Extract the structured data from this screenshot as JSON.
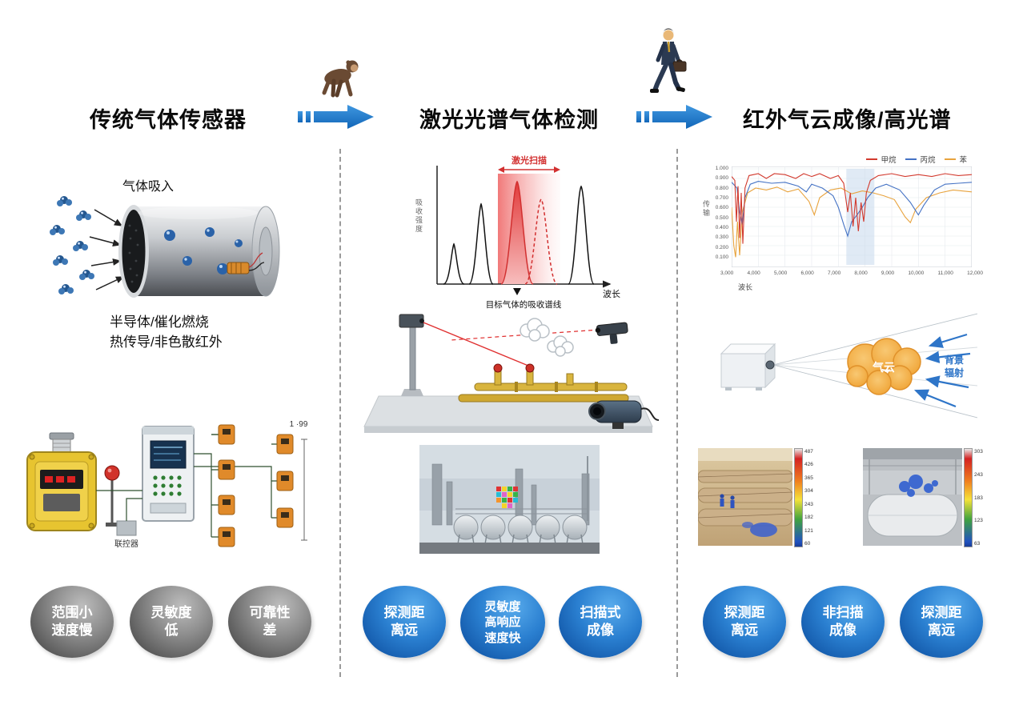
{
  "header": {
    "col1_title": "传统气体传感器",
    "col2_title": "激光光谱气体检测",
    "col3_title": "红外气云成像/高光谱"
  },
  "col1": {
    "gas_in_label": "气体吸入",
    "tech_line1": "半导体/催化燃烧",
    "tech_line2": "热传导/非色散红外",
    "controller_label": "联控器",
    "network_range_label": "1 ·99",
    "badges": [
      {
        "lines": [
          "范围小",
          "速度慢"
        ]
      },
      {
        "lines": [
          "灵敏度",
          "低"
        ]
      },
      {
        "lines": [
          "可靠性",
          "差"
        ]
      }
    ]
  },
  "col2": {
    "spectrum": {
      "scan_label": "激光扫描",
      "y_axis_label": "吸收强度",
      "x_axis_label": "波长",
      "target_label": "目标气体的吸收谱线"
    },
    "badges": [
      {
        "lines": [
          "探测距",
          "离远"
        ]
      },
      {
        "lines": [
          "灵敏度",
          "高响应",
          "速度快"
        ]
      },
      {
        "lines": [
          "扫描式",
          "成像"
        ]
      }
    ]
  },
  "col3": {
    "cloud": {
      "cloud_label": "气云",
      "radiation_lines": [
        "背景",
        "辐射"
      ]
    },
    "thermal_left_scale": [
      "487",
      "426",
      "365",
      "304",
      "243",
      "182",
      "121",
      "60"
    ],
    "thermal_right_scale": [
      "303",
      "243",
      "183",
      "123",
      "63"
    ],
    "badges": [
      {
        "lines": [
          "探测距",
          "离远"
        ]
      },
      {
        "lines": [
          "非扫描",
          "成像"
        ]
      },
      {
        "lines": [
          "探测距",
          "离远"
        ]
      }
    ]
  },
  "colors": {
    "accent_blue": "#1b7ed7",
    "badge_blue": "#1565c0",
    "badge_gray": "#6e6e6e",
    "laser_red": "#d23030",
    "sensor_orange": "#e08a2a",
    "cloud_orange": "#f2a93c"
  },
  "chart_data": [
    {
      "type": "line",
      "title": "",
      "xlabel": "波长",
      "ylabel": "传输",
      "xlim": [
        3000,
        12000
      ],
      "ylim": [
        0,
        1
      ],
      "grid": true,
      "legend_position": "top",
      "x_ticks": [
        "3,000",
        "4,000",
        "5,000",
        "6,000",
        "7,000",
        "8,000",
        "9,000",
        "10,000",
        "11,000",
        "12,000"
      ],
      "y_ticks": [
        "1.000",
        "0.900",
        "0.800",
        "0.700",
        "0.600",
        "0.500",
        "0.400",
        "0.300",
        "0.200",
        "0.100"
      ],
      "band": [
        7300,
        8350
      ],
      "series": [
        {
          "name": "甲烷",
          "color": "#d23a2e",
          "points": [
            [
              3000,
              0.92
            ],
            [
              3120,
              0.88
            ],
            [
              3180,
              0.45
            ],
            [
              3240,
              0.82
            ],
            [
              3300,
              0.28
            ],
            [
              3360,
              0.75
            ],
            [
              3420,
              0.22
            ],
            [
              3500,
              0.8
            ],
            [
              3650,
              0.93
            ],
            [
              4000,
              0.95
            ],
            [
              4300,
              0.9
            ],
            [
              4600,
              0.95
            ],
            [
              5000,
              0.94
            ],
            [
              5400,
              0.9
            ],
            [
              5700,
              0.95
            ],
            [
              6000,
              0.92
            ],
            [
              6300,
              0.95
            ],
            [
              6700,
              0.9
            ],
            [
              7000,
              0.93
            ],
            [
              7200,
              0.85
            ],
            [
              7350,
              0.55
            ],
            [
              7450,
              0.75
            ],
            [
              7550,
              0.4
            ],
            [
              7650,
              0.7
            ],
            [
              7750,
              0.35
            ],
            [
              7850,
              0.65
            ],
            [
              7950,
              0.45
            ],
            [
              8050,
              0.75
            ],
            [
              8200,
              0.88
            ],
            [
              8500,
              0.93
            ],
            [
              9000,
              0.95
            ],
            [
              9500,
              0.92
            ],
            [
              10000,
              0.94
            ],
            [
              10500,
              0.92
            ],
            [
              11000,
              0.95
            ],
            [
              11500,
              0.93
            ],
            [
              12000,
              0.94
            ]
          ]
        },
        {
          "name": "丙烷",
          "color": "#4472c4",
          "points": [
            [
              3000,
              0.86
            ],
            [
              3200,
              0.8
            ],
            [
              3300,
              0.55
            ],
            [
              3400,
              0.42
            ],
            [
              3500,
              0.7
            ],
            [
              3700,
              0.84
            ],
            [
              4000,
              0.87
            ],
            [
              4500,
              0.85
            ],
            [
              5000,
              0.86
            ],
            [
              5500,
              0.82
            ],
            [
              5800,
              0.76
            ],
            [
              6000,
              0.84
            ],
            [
              6400,
              0.8
            ],
            [
              6800,
              0.72
            ],
            [
              7000,
              0.6
            ],
            [
              7200,
              0.42
            ],
            [
              7350,
              0.3
            ],
            [
              7500,
              0.45
            ],
            [
              7700,
              0.52
            ],
            [
              7900,
              0.6
            ],
            [
              8100,
              0.7
            ],
            [
              8400,
              0.8
            ],
            [
              8800,
              0.84
            ],
            [
              9300,
              0.78
            ],
            [
              9700,
              0.65
            ],
            [
              10000,
              0.52
            ],
            [
              10200,
              0.62
            ],
            [
              10600,
              0.78
            ],
            [
              11000,
              0.84
            ],
            [
              11500,
              0.85
            ],
            [
              12000,
              0.86
            ]
          ]
        },
        {
          "name": "苯",
          "color": "#e8a33d",
          "points": [
            [
              3000,
              0.6
            ],
            [
              3080,
              0.2
            ],
            [
              3150,
              0.08
            ],
            [
              3220,
              0.45
            ],
            [
              3300,
              0.1
            ],
            [
              3400,
              0.55
            ],
            [
              3600,
              0.75
            ],
            [
              3900,
              0.8
            ],
            [
              4300,
              0.78
            ],
            [
              4700,
              0.81
            ],
            [
              5100,
              0.76
            ],
            [
              5500,
              0.79
            ],
            [
              5900,
              0.66
            ],
            [
              6100,
              0.52
            ],
            [
              6300,
              0.7
            ],
            [
              6700,
              0.78
            ],
            [
              7100,
              0.8
            ],
            [
              7500,
              0.74
            ],
            [
              7900,
              0.77
            ],
            [
              8300,
              0.75
            ],
            [
              8700,
              0.72
            ],
            [
              9100,
              0.68
            ],
            [
              9500,
              0.5
            ],
            [
              9700,
              0.44
            ],
            [
              9900,
              0.58
            ],
            [
              10300,
              0.7
            ],
            [
              10800,
              0.75
            ],
            [
              11300,
              0.78
            ],
            [
              12000,
              0.76
            ]
          ]
        }
      ]
    },
    {
      "type": "line",
      "title": "激光扫描",
      "xlabel": "波长",
      "ylabel": "吸收强度",
      "annotation": "目标气体的吸收谱线"
    }
  ]
}
